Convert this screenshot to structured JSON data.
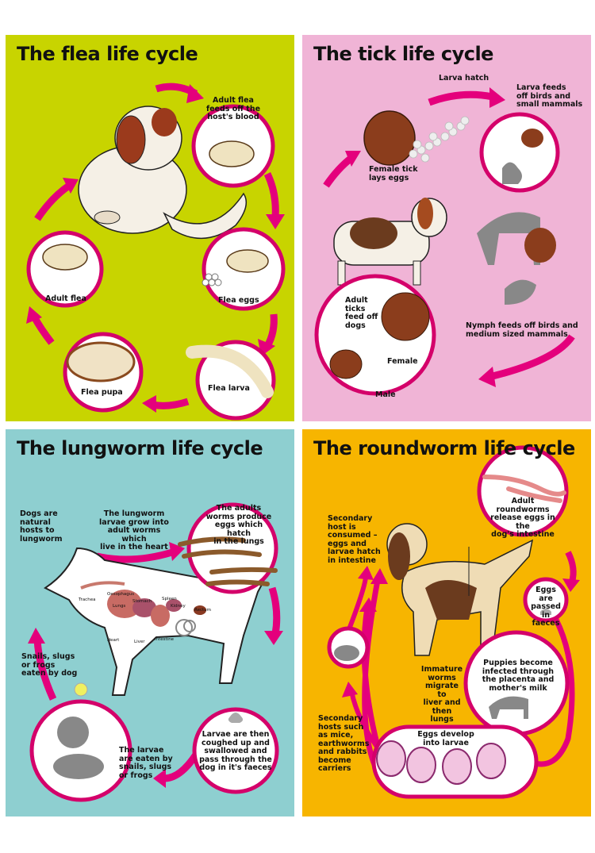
{
  "colors": {
    "flea_bg": "#c8d400",
    "tick_bg": "#f0b4d6",
    "lungworm_bg": "#8ecfd0",
    "roundworm_bg": "#f7b500",
    "arrow": "#e4007c",
    "circle_border": "#d4006a"
  },
  "flea": {
    "title": "The flea life cycle",
    "labels": {
      "adult_feeds": "Adult flea\nfeeds off the\nhost's blood",
      "eggs": "Flea eggs",
      "larva": "Flea larva",
      "pupa": "Flea pupa",
      "adult": "Adult flea"
    }
  },
  "tick": {
    "title": "The tick life cycle",
    "labels": {
      "larva_hatch": "Larva hatch",
      "larva_feeds": "Larva feeds\noff birds and\nsmall mammals",
      "female_lays": "Female tick\nlays eggs",
      "adult_ticks": "Adult\nticks\nfeed off\ndogs",
      "nymph": "Nymph feeds off birds and\nmedium sized  mammals",
      "female": "Female",
      "male": "Male"
    }
  },
  "lungworm": {
    "title": "The lungworm life cycle",
    "labels": {
      "natural_hosts": "Dogs are\nnatural\nhosts to\nlungworm",
      "larvae_grow": "The lungworm\nlarvae grow into\nadult worms which\nlive in the heart",
      "adults_produce": "The adults\nworms produce\neggs which hatch\nin the lungs",
      "snails_eaten": "Snails, slugs\nor frogs\neaten by dog",
      "larvae_eaten": "The larvae\nare eaten by\nsnails, slugs\nor frogs",
      "coughed_up": "Larvae are then\ncoughed up and\nswallowed and\npass through the\ndog in it's faeces"
    },
    "organs": {
      "trachea": "Trachea",
      "oesophagus": "Oesophagus",
      "stomach": "Stomach",
      "spleen": "Spleen",
      "kidney": "Kidney",
      "rectum": "Rectum",
      "lungs": "Lungs",
      "heart": "Heart",
      "liver": "Liver",
      "intestine": "Intestine"
    }
  },
  "roundworm": {
    "title": "The roundworm life cycle",
    "labels": {
      "secondary_consumed": "Secondary\nhost is\nconsumed –\neggs and\nlarvae hatch\nin intestine",
      "adult_release": "Adult roundworms\nrelease eggs in the\ndog's intestine",
      "eggs_passed": "Eggs are\npassed\nin faeces",
      "immature": "Immature\nworms\nmigrate to\nliver and\nthen lungs",
      "puppies": "Puppies become\ninfected through\nthe placenta and\nmother's milk",
      "secondary_hosts": "Secondary\nhosts such\nas mice,\nearthworms\nand rabbits\nbecome\ncarriers",
      "eggs_develop": "Eggs develop\ninto larvae"
    }
  }
}
